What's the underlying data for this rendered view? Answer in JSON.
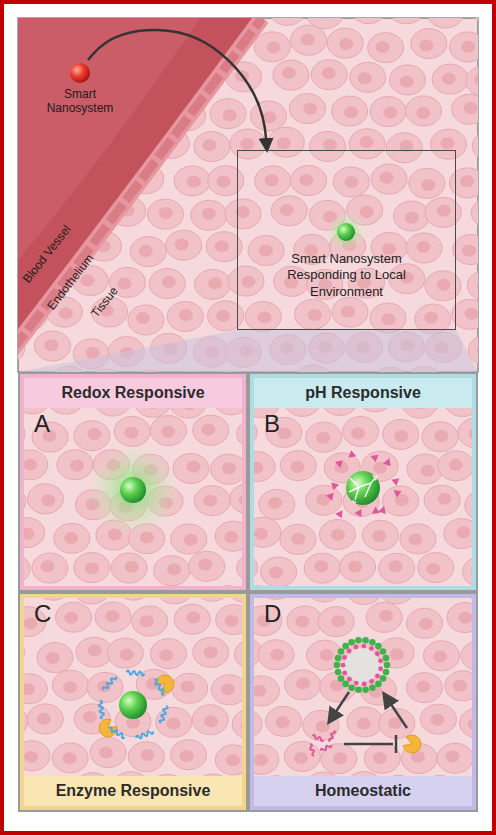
{
  "diagram": {
    "nodes": [
      {
        "text": [
          "Smart Nanosystem"
        ]
      },
      {
        "text": [
          "Smart Nanosystem Responding to Local Environment"
        ]
      },
      {
        "text": [
          "Redox Responsive",
          "A"
        ]
      },
      {
        "text": [
          "pH Responsive",
          "B"
        ]
      },
      {
        "text": [
          "C",
          "Enzyme Responsive"
        ]
      },
      {
        "text": [
          "D",
          "Homeostatic"
        ]
      }
    ],
    "edges": [
      {
        "from": 0,
        "to": 1,
        "arrow": "to"
      }
    ],
    "labels": [
      "Blood Vessel",
      "Endothelium",
      "Tissue"
    ]
  }
}
